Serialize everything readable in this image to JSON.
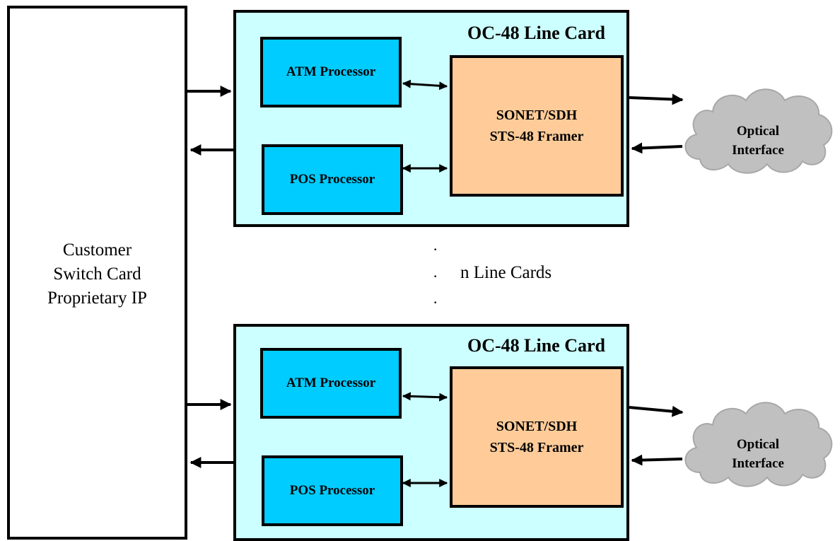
{
  "switch_card": {
    "lines": [
      "Customer",
      "Switch Card",
      "Proprietary IP"
    ]
  },
  "line_cards": [
    {
      "title": "OC-48 Line Card",
      "atm_label": "ATM Processor",
      "pos_label": "POS Processor",
      "framer_lines": [
        "SONET/SDH",
        "STS-48 Framer"
      ],
      "optical_lines": [
        "Optical",
        "Interface"
      ]
    },
    {
      "title": "OC-48 Line Card",
      "atm_label": "ATM Processor",
      "pos_label": "POS Processor",
      "framer_lines": [
        "SONET/SDH",
        "STS-48 Framer"
      ],
      "optical_lines": [
        "Optical",
        "Interface"
      ]
    }
  ],
  "separator": {
    "dots": [
      "·",
      "·",
      "·"
    ],
    "label": "n Line Cards"
  },
  "colors": {
    "card_bg": "#ccffff",
    "processor_bg": "#00ccff",
    "framer_bg": "#ffcc99",
    "cloud_fill": "#c0c0c0",
    "stroke": "#000000"
  }
}
